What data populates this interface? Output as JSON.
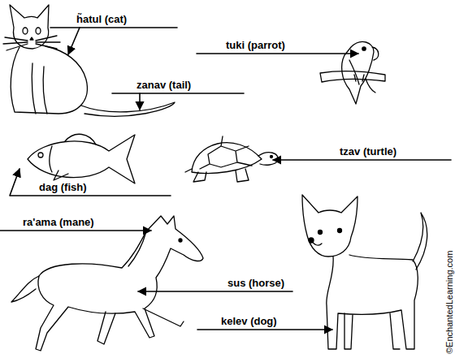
{
  "diagram": {
    "labels": [
      "h̃atul (cat)",
      "tuki (parrot)",
      "zanav (tail)",
      "dag (fish)",
      "tzav (turtle)",
      "ra'ama (mane)",
      "sus (horse)",
      "kelev (dog)",
      "©EnchantedLearning.com"
    ]
  }
}
